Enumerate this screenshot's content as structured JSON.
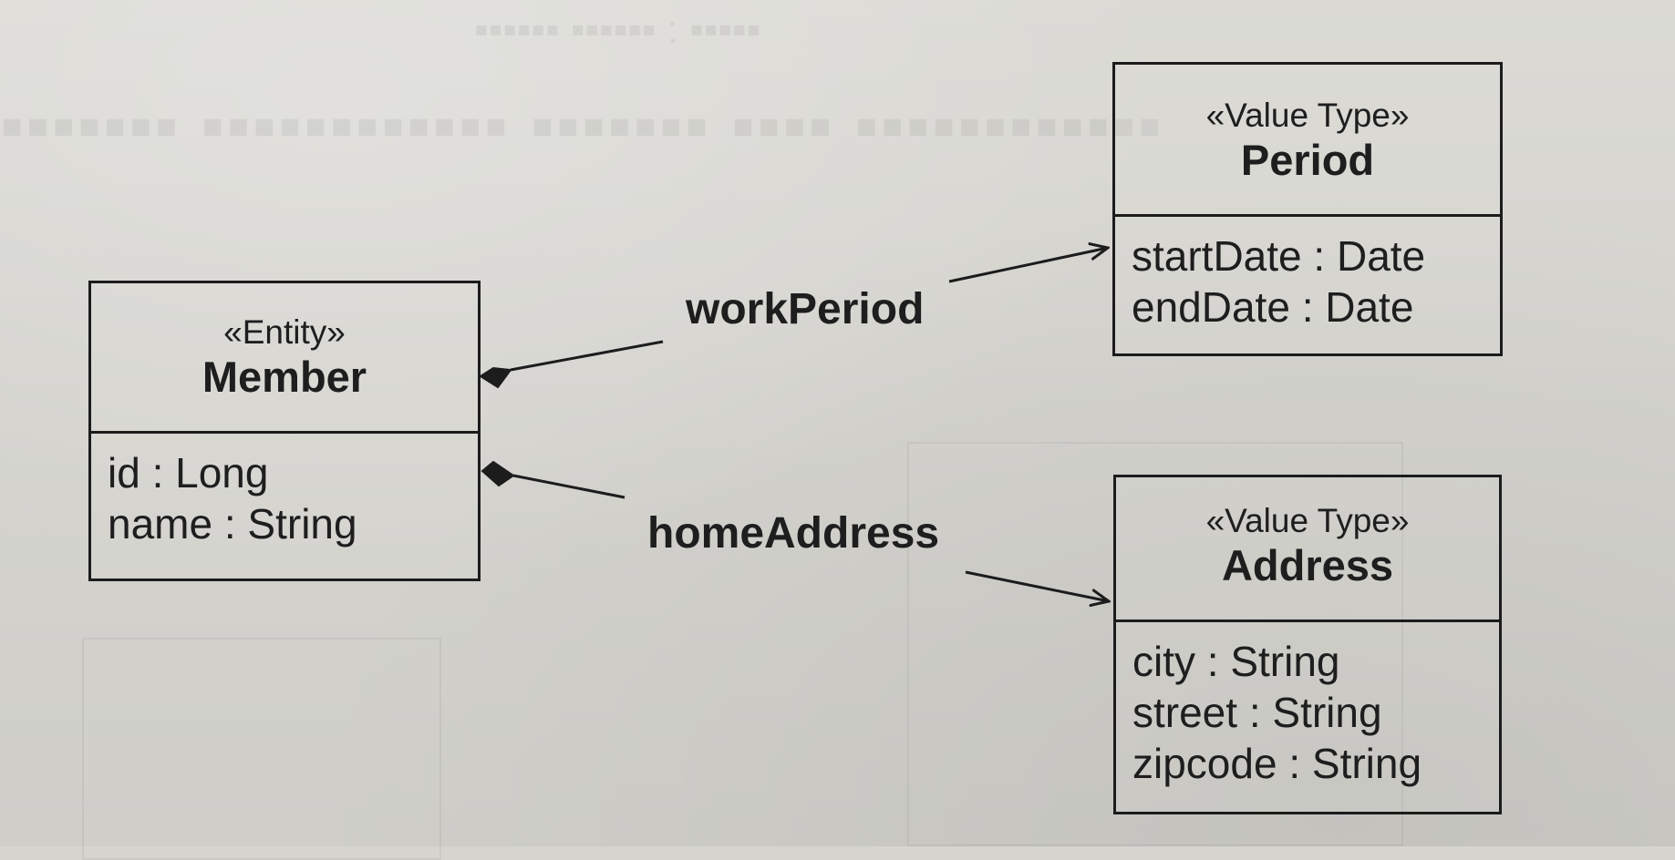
{
  "diagram": {
    "classes": {
      "member": {
        "stereotype": "«Entity»",
        "name": "Member",
        "attributes": [
          "id : Long",
          "name : String"
        ]
      },
      "period": {
        "stereotype": "«Value Type»",
        "name": "Period",
        "attributes": [
          "startDate : Date",
          "endDate : Date"
        ]
      },
      "address": {
        "stereotype": "«Value Type»",
        "name": "Address",
        "attributes": [
          "city : String",
          "street : String",
          "zipcode : String"
        ]
      }
    },
    "associations": {
      "work_period": {
        "label": "workPeriod",
        "source": "Member",
        "target": "Period",
        "type": "composition"
      },
      "home_address": {
        "label": "homeAddress",
        "source": "Member",
        "target": "Address",
        "type": "composition"
      }
    }
  }
}
